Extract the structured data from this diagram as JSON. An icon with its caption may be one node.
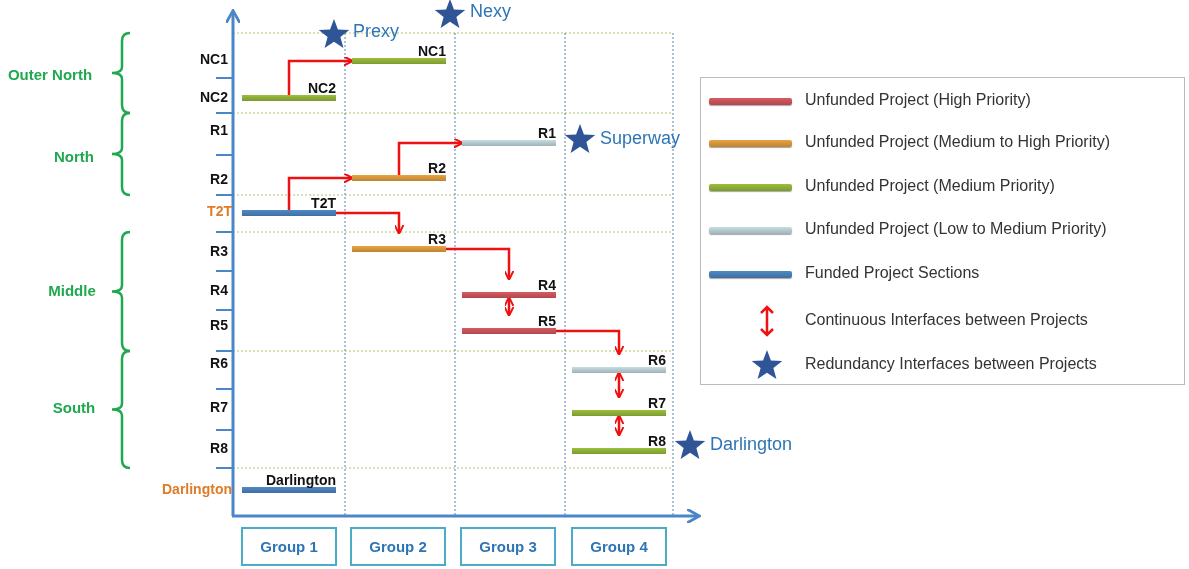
{
  "diagram": {
    "nodes": [
      {
        "text": [
          "NC1"
        ]
      },
      {
        "text": [
          "NC2"
        ]
      },
      {
        "text": [
          "R1"
        ]
      },
      {
        "text": [
          "R2"
        ]
      },
      {
        "text": [
          "T2T"
        ]
      },
      {
        "text": [
          "R3"
        ]
      },
      {
        "text": [
          "R4"
        ]
      },
      {
        "text": [
          "R5"
        ]
      },
      {
        "text": [
          "R6"
        ]
      },
      {
        "text": [
          "R7"
        ]
      },
      {
        "text": [
          "R8"
        ]
      },
      {
        "text": [
          "Darlington"
        ]
      },
      {
        "text": [
          "Group 1"
        ]
      },
      {
        "text": [
          "Group 2"
        ]
      },
      {
        "text": [
          "Group 3"
        ]
      },
      {
        "text": [
          "Group 4"
        ]
      }
    ],
    "edges": [
      {
        "from": 1,
        "to": 0,
        "arrow": "to"
      },
      {
        "from": 4,
        "to": 3,
        "arrow": "to"
      },
      {
        "from": 3,
        "to": 2,
        "arrow": "to"
      },
      {
        "from": 4,
        "to": 5,
        "arrow": "to"
      },
      {
        "from": 5,
        "to": 6,
        "arrow": "to"
      },
      {
        "from": 6,
        "to": 7,
        "arrow": "both"
      },
      {
        "from": 7,
        "to": 8,
        "arrow": "to"
      },
      {
        "from": 8,
        "to": 9,
        "arrow": "both"
      },
      {
        "from": 9,
        "to": 10,
        "arrow": "both"
      }
    ],
    "labels": [
      "Nexy",
      "Prexy",
      "Outer North",
      "NC1",
      "NC2",
      "North",
      "R1",
      "Superway",
      "R2",
      "T2T",
      "Middle",
      "R3",
      "R4",
      "R5",
      "South",
      "R6",
      "R7",
      "R8",
      "Darlington",
      "Darlington"
    ],
    "legend": [
      {
        "text": "Unfunded Project (High Priority)",
        "color": "#d85a60"
      },
      {
        "text": "Unfunded Project (Medium to High Priority)",
        "color": "#e9a342"
      },
      {
        "text": "Unfunded Project (Medium Priority)",
        "color": "#9bbf3c"
      },
      {
        "text": "Unfunded Project (Low to Medium Priority)",
        "color": "#c6dde2"
      },
      {
        "text": "Funded Project Sections",
        "color": "#4f89c6"
      },
      {
        "text": "Continuous Interfaces between Projects"
      },
      {
        "text": "Redundancy Interfaces between Projects"
      }
    ]
  }
}
